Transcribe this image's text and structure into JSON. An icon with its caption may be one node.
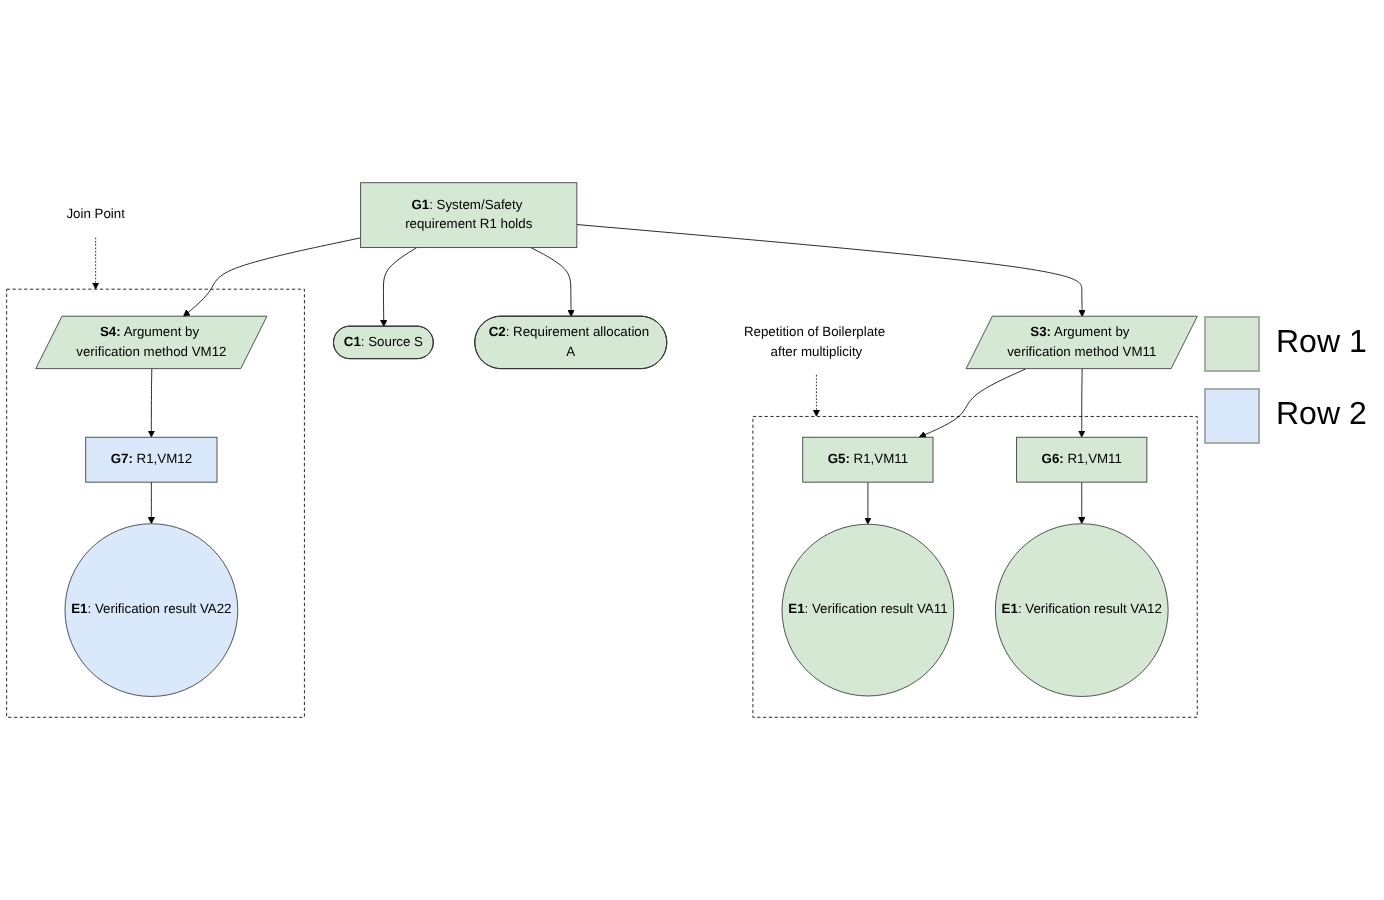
{
  "diagram": {
    "nodes": [
      {
        "text": [
          "**G1**: System/Safety requirement R1 holds"
        ]
      },
      {
        "text": [
          "**C1**: Source S"
        ]
      },
      {
        "text": [
          "**C2**: Requirement allocation A"
        ]
      },
      {
        "text": [
          "Repetition of Boilerplate after multiplicity"
        ]
      },
      {
        "text": [
          "**S3:** Argument by verification method VM11"
        ]
      },
      {
        "text": [
          "Join Point"
        ]
      },
      {
        "text": [],
        "shape": "box"
      },
      {
        "text": [
          "**S4:** Argument by verification method VM12"
        ],
        "in": 6
      },
      {
        "text": [],
        "shape": "box"
      },
      {
        "text": [
          "**G5:** R1,VM11"
        ],
        "in": 8
      },
      {
        "text": [
          "**G6:** R1,VM11"
        ],
        "in": 8
      },
      {
        "text": [
          "**E1**: Verification result VA11"
        ],
        "in": 8
      },
      {
        "text": [
          "**E1**: Verification result VA12"
        ],
        "in": 8
      },
      {
        "text": [
          "**G7:** R1,VM12"
        ],
        "in": 6
      },
      {
        "text": [
          "**E1**: Verification result VA22"
        ],
        "in": 6
      }
    ],
    "edges": [
      {
        "from": 0,
        "to": 1,
        "arrow": "to"
      },
      {
        "from": 0,
        "to": 2,
        "arrow": "to"
      },
      {
        "from": 0,
        "to": 4,
        "arrow": "to"
      },
      {
        "from": 0,
        "to": 7,
        "arrow": "to"
      },
      {
        "from": 3,
        "to": 8,
        "arrow": "to",
        "style": "dashed"
      },
      {
        "from": 5,
        "to": 6,
        "arrow": "to",
        "style": "dashed"
      },
      {
        "from": 4,
        "to": 9,
        "arrow": "to"
      },
      {
        "from": 4,
        "to": 10,
        "arrow": "to"
      },
      {
        "from": 9,
        "to": 11,
        "arrow": "to"
      },
      {
        "from": 10,
        "to": 12,
        "arrow": "to"
      },
      {
        "from": 7,
        "to": 13,
        "arrow": "to"
      },
      {
        "from": 13,
        "to": 14,
        "arrow": "to"
      }
    ],
    "legend": [
      {
        "text": "Row 1",
        "color": "#d5e8d4"
      },
      {
        "text": "Row 2",
        "color": "#dae8fc"
      }
    ]
  }
}
